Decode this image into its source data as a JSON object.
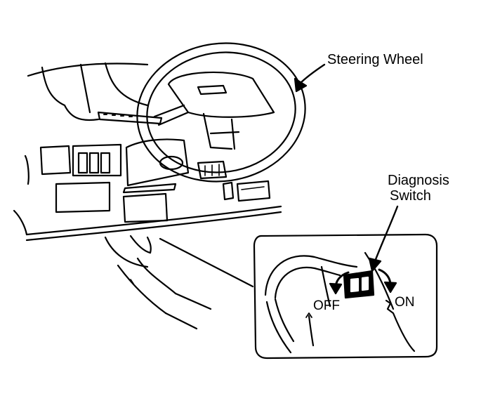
{
  "labels": {
    "steering_wheel": "Steering Wheel",
    "diagnosis_line1": "Diagnosis",
    "diagnosis_line2": "Switch",
    "off": "OFF",
    "on": "ON"
  },
  "colors": {
    "line": "#000000",
    "background": "#ffffff"
  }
}
